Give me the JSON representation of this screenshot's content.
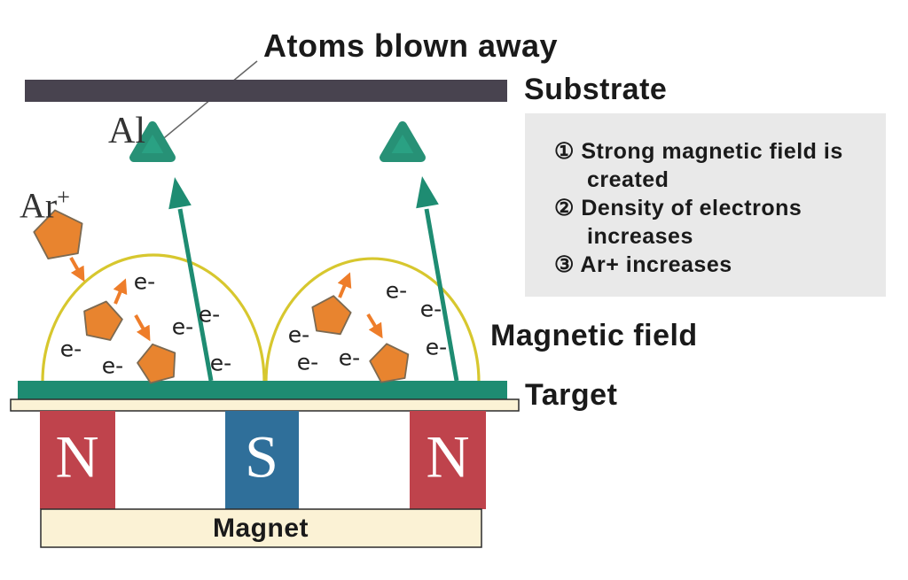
{
  "title": "Atoms blown away",
  "labels": {
    "substrate": "Substrate",
    "magnetic_field": "Magnetic field",
    "target": "Target",
    "magnet": "Magnet",
    "aluminum_atom": "Al",
    "argon_symbol": "Ar",
    "argon_charge": "+",
    "electron": "e-",
    "pole_north": "N",
    "pole_south": "S"
  },
  "notes": {
    "items": [
      "① Strong magnetic field is created",
      "② Density of electrons increases",
      "③ Ar+ increases"
    ]
  },
  "colors": {
    "substrate_bar": "#48434f",
    "target_bar": "#1e8c72",
    "atom_teal": "#2aa183",
    "atom_teal_edge": "#279176",
    "arrow_teal": "#1e8c72",
    "magnet_north": "#bf434c",
    "magnet_south": "#2f6f9a",
    "magnet_body": "#fbf2d5",
    "ion_orange": "#e8842f",
    "arrow_orange": "#ee7d2a",
    "field_yellow": "#d7c72e",
    "note_box_bg": "#e9e9e9"
  }
}
